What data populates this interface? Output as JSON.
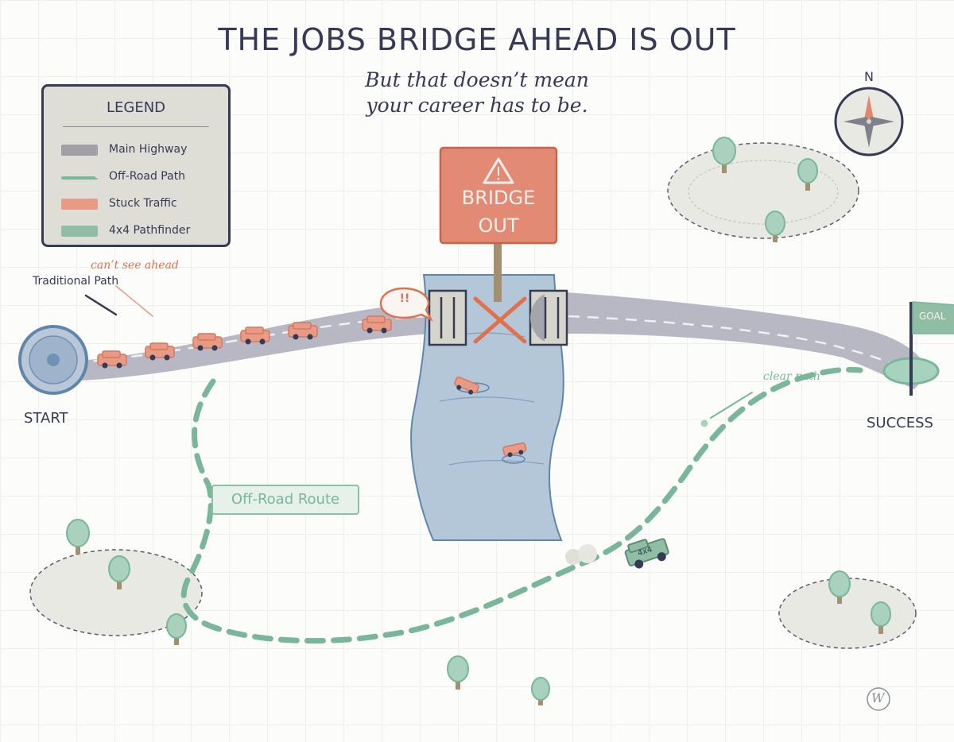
{
  "title": "THE JOBS BRIDGE AHEAD IS OUT",
  "subtitle": {
    "line1": "But that doesn’t mean",
    "line2": "your career has to be."
  },
  "legend": {
    "title": "LEGEND",
    "items": [
      {
        "label": "Main Highway",
        "icon": "gray-road-swatch"
      },
      {
        "label": "Off-Road Path",
        "icon": "green-dashed-line"
      },
      {
        "label": "Stuck Traffic",
        "icon": "salmon-swatch"
      },
      {
        "label": "4x4 Pathfinder",
        "icon": "green-swatch"
      }
    ]
  },
  "compass": {
    "label": "N"
  },
  "sign": {
    "line1": "BRIDGE",
    "line2": "OUT",
    "icon": "warning-triangle-icon",
    "alert": "!!"
  },
  "start_label": "START",
  "success_label": "SUCCESS",
  "goal_flag": "GOAL",
  "traditional_path": "Traditional Path",
  "cant_see_ahead": "can’t see ahead",
  "clear_path": "clear path",
  "off_road_route": "Off-Road Route",
  "jeep_text": "4x4",
  "signature": "W",
  "colors": {
    "ink": "#363a56",
    "road": "#b8b8c4",
    "river": "#b4c7d9",
    "river_stroke": "#5f86ad",
    "stuck": "#e79a84",
    "stuck_stroke": "#d4785f",
    "path_green": "#79b69a",
    "sign_red": "#e38a74",
    "sign_stroke": "#c96449",
    "x_red": "#e0704e",
    "land": "#e8e9e2"
  }
}
